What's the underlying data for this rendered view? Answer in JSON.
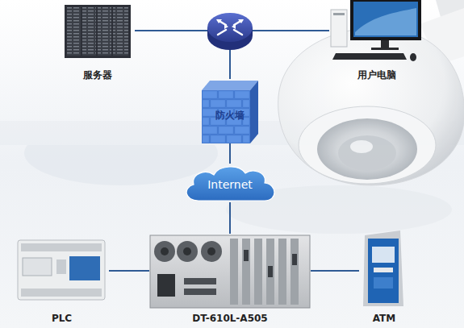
{
  "diagram": {
    "nodes": [
      {
        "text": [
          "服务器"
        ]
      },
      {
        "text": [
          "用户电脑"
        ]
      },
      {
        "text": [
          "防火墙"
        ]
      },
      {
        "text": [
          "Internet"
        ]
      },
      {
        "text": [
          "PLC"
        ]
      },
      {
        "text": [
          "DT-610L-A505"
        ]
      },
      {
        "text": [
          "ATM"
        ]
      }
    ],
    "edges": [
      {
        "from": 0,
        "to": 2,
        "arrow": "none"
      },
      {
        "from": 1,
        "to": 2,
        "arrow": "none"
      },
      {
        "from": 2,
        "to": 3,
        "arrow": "none"
      },
      {
        "from": 3,
        "to": 5,
        "arrow": "none"
      },
      {
        "from": 4,
        "to": 5,
        "arrow": "none"
      },
      {
        "from": 5,
        "to": 6,
        "arrow": "none"
      }
    ]
  }
}
